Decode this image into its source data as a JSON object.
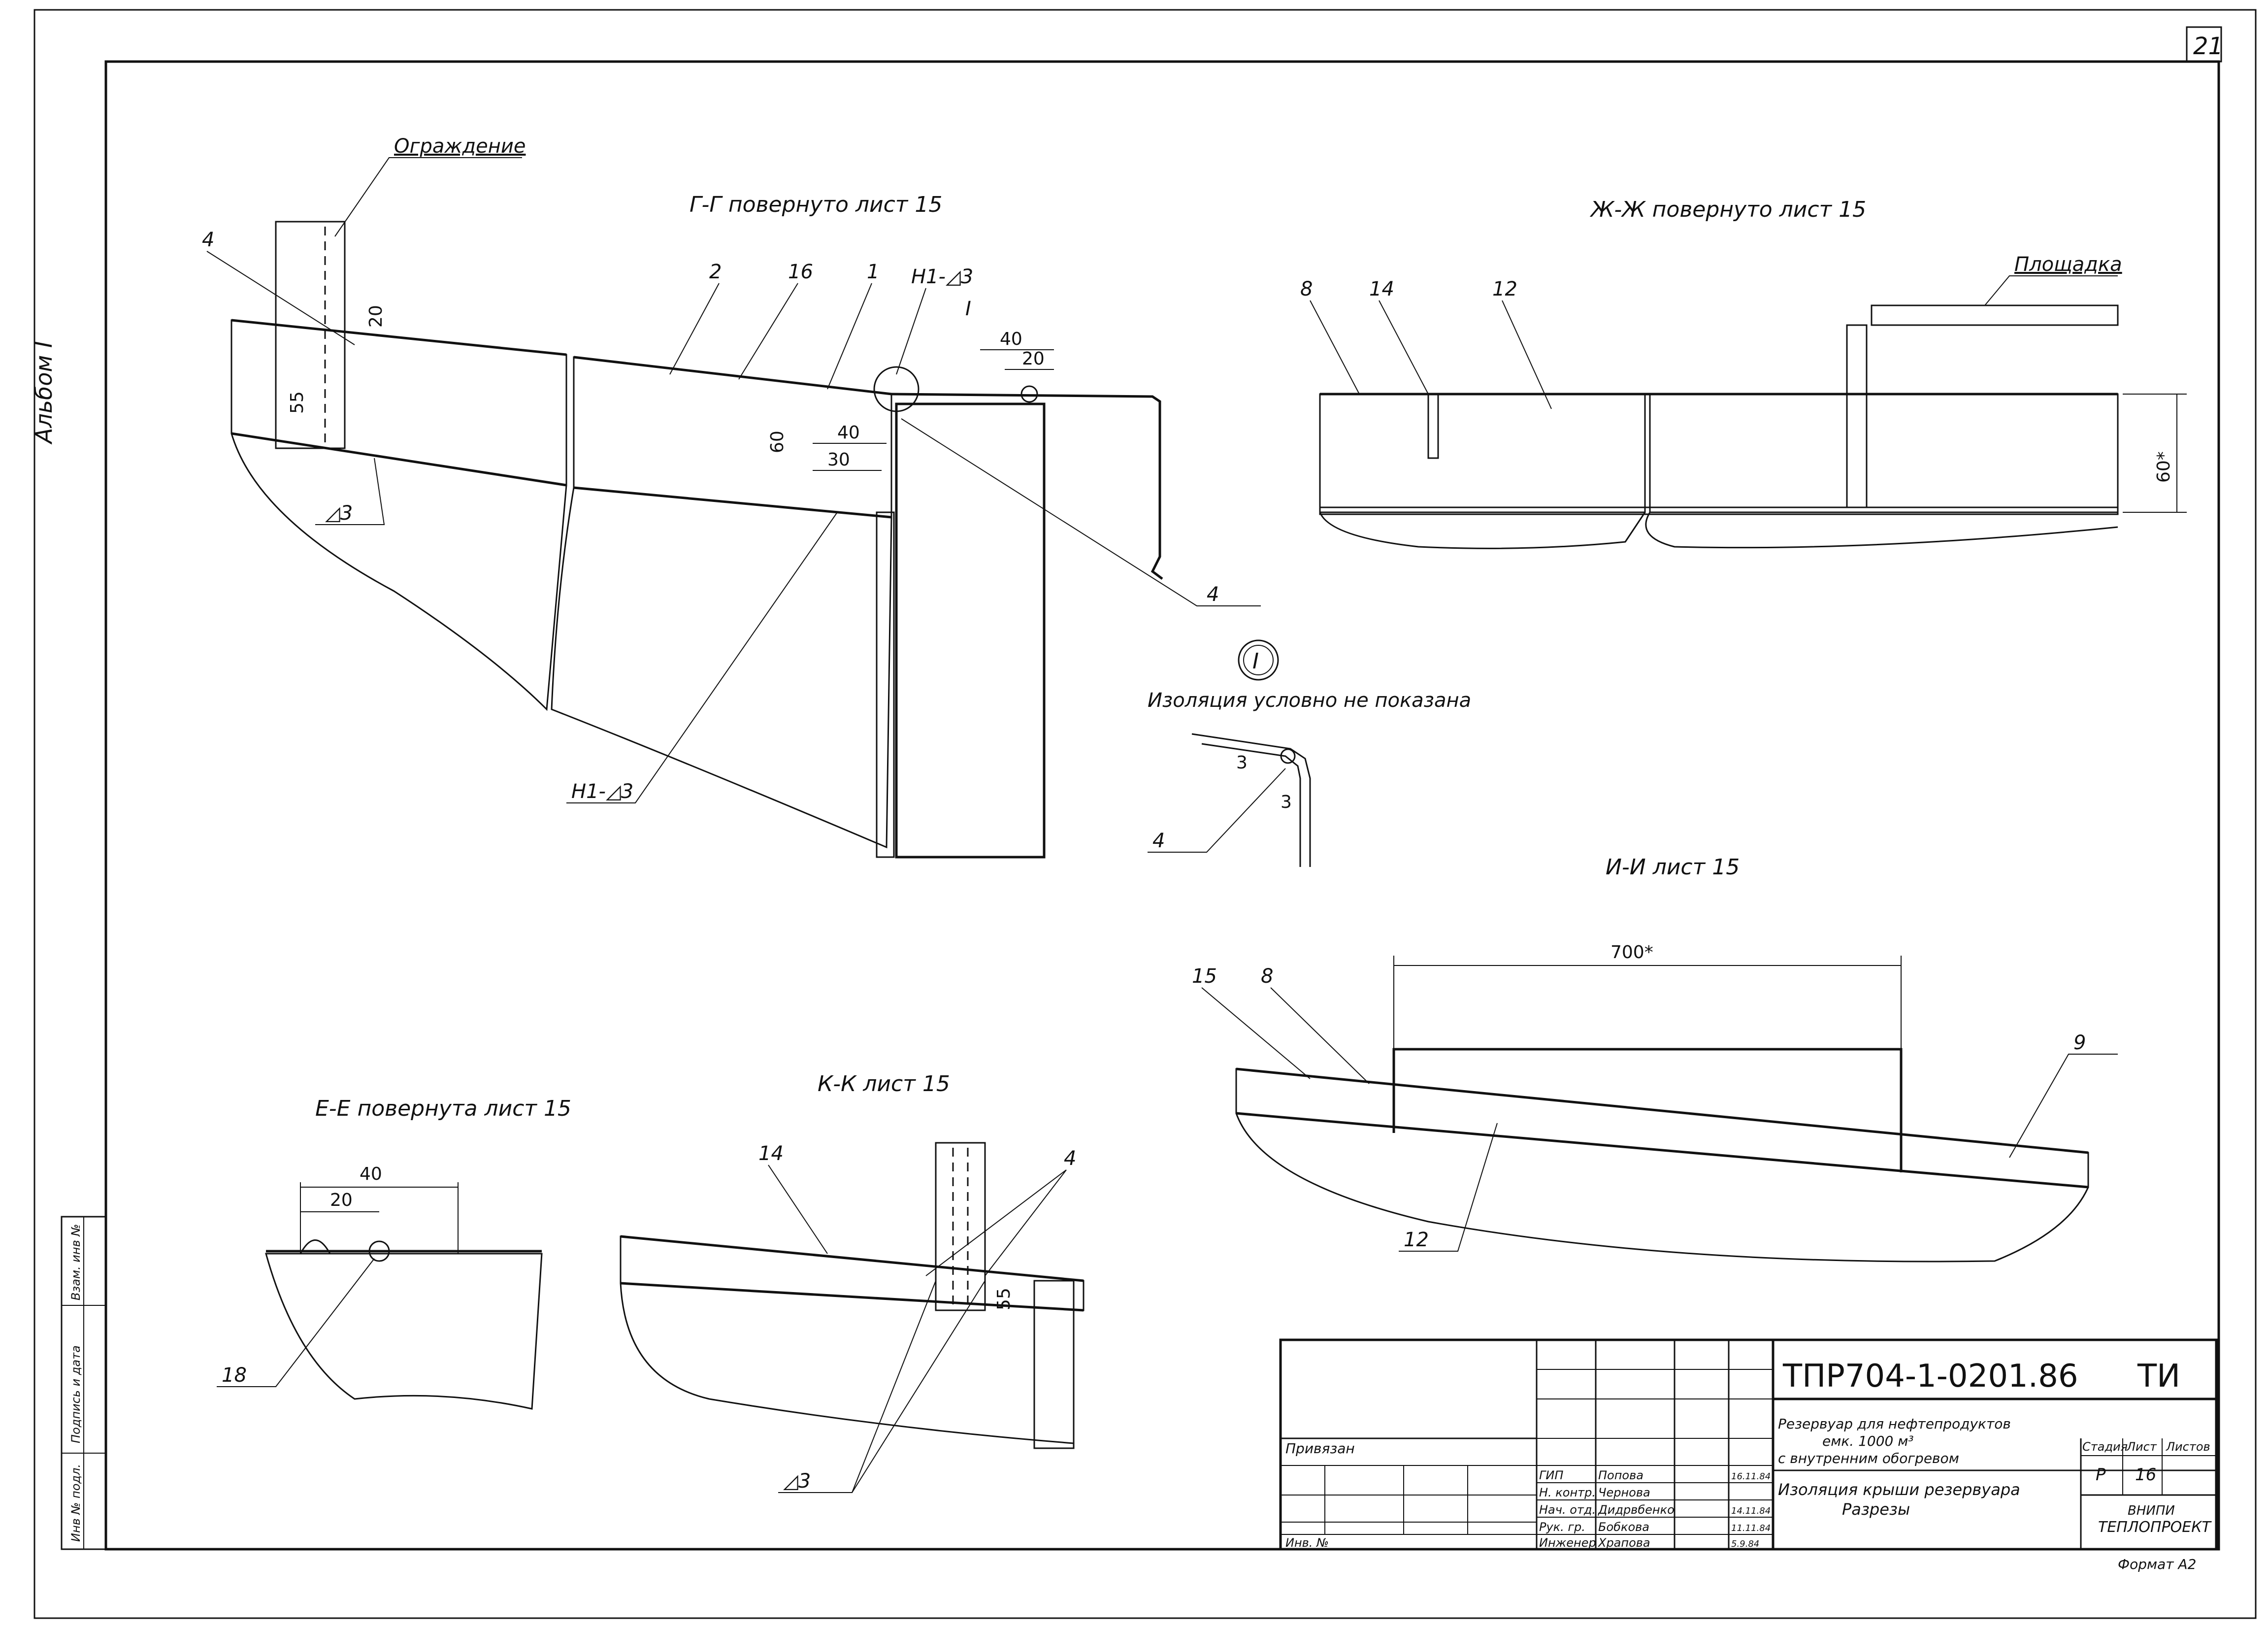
{
  "sheet": {
    "page_number": "21",
    "album_label": "Альбом I",
    "format_label": "Формат А2"
  },
  "colors": {
    "ink": "#111111",
    "paper": "#ffffff"
  },
  "side_stamp": [
    "Инв № подл.",
    "Подпись и дата",
    "Взам. инв №"
  ],
  "sections": {
    "gg": {
      "title": "Г-Г повернуто лист 15",
      "fence_label": "Ограждение",
      "callouts": [
        "4",
        "2",
        "16",
        "1",
        "Н1-◿3",
        "I",
        "40",
        "20",
        "20",
        "55",
        "60",
        "40",
        "30",
        "◿3",
        "Н1-◿3",
        "4"
      ]
    },
    "zhzh": {
      "title": "Ж-Ж повернуто лист 15",
      "platform_label": "Площадка",
      "callouts": [
        "8",
        "14",
        "12",
        "60*"
      ]
    },
    "detail": {
      "marker": "I",
      "note": "Изоляция условно не показана",
      "callouts": [
        "3",
        "3",
        "4"
      ]
    },
    "ii": {
      "title": "И-И лист 15",
      "callouts": [
        "700*",
        "15",
        "8",
        "9",
        "12"
      ]
    },
    "ee": {
      "title": "Е-Е повернута лист 15",
      "callouts": [
        "40",
        "20",
        "18"
      ]
    },
    "kk": {
      "title": "К-К лист 15",
      "callouts": [
        "14",
        "4",
        "55",
        "◿3"
      ]
    }
  },
  "title_block": {
    "doc_code": "ТПР704-1-0201.86",
    "doc_type": "ТИ",
    "bound_label": "Привязан",
    "inv_label": "Инв. №",
    "roles": [
      {
        "role": "ГИП",
        "name": "Попова",
        "date": "16.11.84"
      },
      {
        "role": "Н. контр.",
        "name": "Чернова",
        "date": ""
      },
      {
        "role": "Нач. отд.",
        "name": "Дидрвбенко",
        "date": "14.11.84"
      },
      {
        "role": "Рук. гр.",
        "name": "Бобкова",
        "date": "11.11.84"
      },
      {
        "role": "Инженер",
        "name": "Храпова",
        "date": "5.9.84"
      }
    ],
    "object_title": [
      "Резервуар для нефтепродуктов",
      "емк. 1000 м³",
      "с внутренним обогревом"
    ],
    "sheet_title": [
      "Изоляция крыши резервуара",
      "Разрезы"
    ],
    "headers": {
      "stage": "Стадия",
      "sheet": "Лист",
      "sheets": "Листов"
    },
    "values": {
      "stage": "Р",
      "sheet": "16",
      "sheets": ""
    },
    "org": [
      "ВНИПИ",
      "ТЕПЛОПРОЕКТ"
    ]
  }
}
